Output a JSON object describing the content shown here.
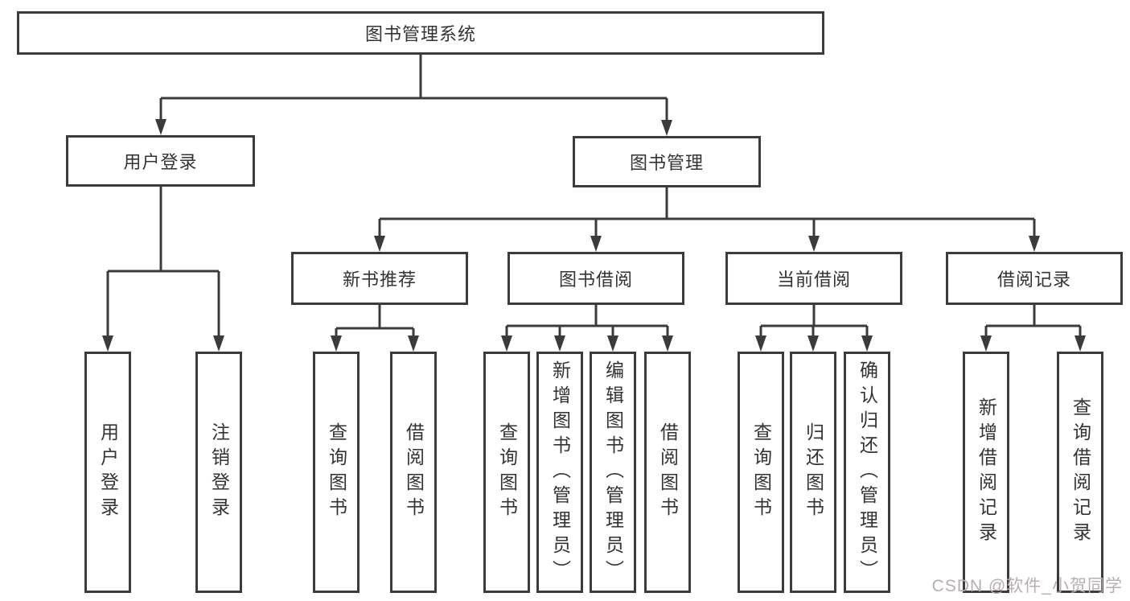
{
  "tree": {
    "root": {
      "label": "图书管理系统"
    },
    "user": {
      "label": "用户登录",
      "children": [
        {
          "label": "用户登录"
        },
        {
          "label": "注销登录"
        }
      ]
    },
    "book": {
      "label": "图书管理",
      "children": [
        {
          "label": "新书推荐",
          "children": [
            {
              "label": "查询图书"
            },
            {
              "label": "借阅图书"
            }
          ]
        },
        {
          "label": "图书借阅",
          "children": [
            {
              "label": "查询图书"
            },
            {
              "label": "新增图书（管理员）"
            },
            {
              "label": "编辑图书（管理员）"
            },
            {
              "label": "借阅图书"
            }
          ]
        },
        {
          "label": "当前借阅",
          "children": [
            {
              "label": "查询图书"
            },
            {
              "label": "归还图书"
            },
            {
              "label": "确认归还（管理员）"
            }
          ]
        },
        {
          "label": "借阅记录",
          "children": [
            {
              "label": "新增借阅记录"
            },
            {
              "label": "查询借阅记录"
            }
          ]
        }
      ]
    }
  },
  "watermark": {
    "text": "CSDN @软件_小贺同学"
  },
  "colors": {
    "line": "#3b3b3b",
    "text": "#333333",
    "watermark_text": "#b9aeae",
    "background": "#ffffff"
  }
}
